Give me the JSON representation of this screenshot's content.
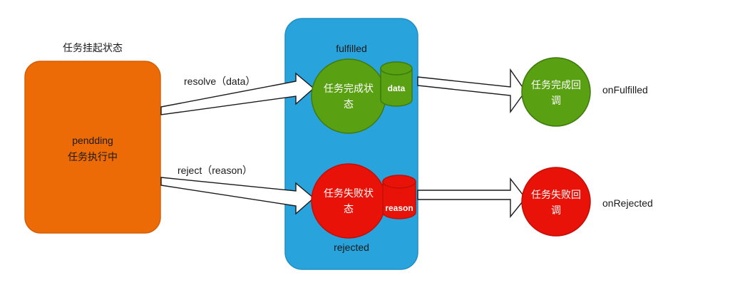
{
  "diagram": {
    "title_caption": "任务挂起状态",
    "pending": {
      "line1": "pendding",
      "line2": "任务执行中",
      "fill": "#ED6B06",
      "stroke": "#D55F05"
    },
    "container": {
      "top_label": "fulfilled",
      "bottom_label": "rejected",
      "fill": "#29A3DC",
      "stroke": "#1F8FC4"
    },
    "transitions": [
      {
        "name": "resolve-edge-label",
        "text": "resolve（data）"
      },
      {
        "name": "reject-edge-label",
        "text": "reject（reason）"
      }
    ],
    "states": [
      {
        "name": "fulfilled-state",
        "line1": "任务完成状",
        "line2": "态",
        "fill": "#59A112",
        "stroke": "#3E7A0C"
      },
      {
        "name": "rejected-state",
        "line1": "任务失败状",
        "line2": "态",
        "fill": "#E81208",
        "stroke": "#C20F06"
      }
    ],
    "payloads": [
      {
        "name": "data-cylinder",
        "label": "data",
        "fill": "#59A112",
        "stroke": "#3E7A0C"
      },
      {
        "name": "reason-cylinder",
        "label": "reason",
        "fill": "#E81208",
        "stroke": "#C20F06"
      }
    ],
    "callbacks": [
      {
        "name": "on-fulfilled-callback",
        "line1": "任务完成回",
        "line2": "调",
        "side_label": "onFulfilled",
        "fill": "#59A112",
        "stroke": "#3E7A0C"
      },
      {
        "name": "on-rejected-callback",
        "line1": "任务失败回",
        "line2": "调",
        "side_label": "onRejected",
        "fill": "#E81208",
        "stroke": "#C20F06"
      }
    ]
  }
}
